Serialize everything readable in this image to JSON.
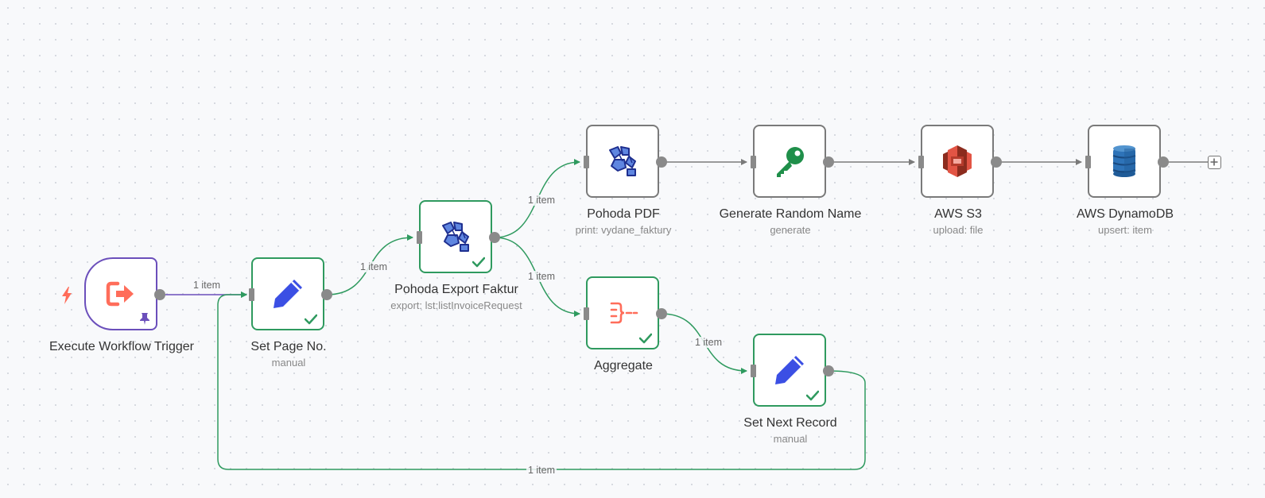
{
  "nodes": {
    "execute_trigger": {
      "title": "Execute Workflow Trigger",
      "subtitle": "",
      "icon": "sign-out-icon",
      "pinned": true
    },
    "set_page": {
      "title": "Set Page No.",
      "subtitle": "manual",
      "icon": "pencil-icon",
      "status": "success"
    },
    "pohoda_export": {
      "title": "Pohoda Export Faktur",
      "subtitle": "export: lst:listInvoiceRequest",
      "icon": "pohoda-icon",
      "status": "success"
    },
    "pohoda_pdf": {
      "title": "Pohoda PDF",
      "subtitle": "print: vydane_faktury",
      "icon": "pohoda-icon"
    },
    "generate_name": {
      "title": "Generate Random Name",
      "subtitle": "generate",
      "icon": "key-icon"
    },
    "aws_s3": {
      "title": "AWS S3",
      "subtitle": "upload: file",
      "icon": "aws-s3-icon"
    },
    "aws_dynamodb": {
      "title": "AWS DynamoDB",
      "subtitle": "upsert: item",
      "icon": "aws-dynamodb-icon"
    },
    "aggregate": {
      "title": "Aggregate",
      "subtitle": "",
      "icon": "aggregate-icon",
      "status": "success"
    },
    "set_next": {
      "title": "Set Next Record",
      "subtitle": "manual",
      "icon": "pencil-icon",
      "status": "success"
    }
  },
  "edges": {
    "trigger_to_set_page": "1 item",
    "set_page_to_export": "1 item",
    "export_to_pdf": "1 item",
    "export_to_aggregate": "1 item",
    "aggregate_to_set_next": "1 item",
    "set_next_loop": "1 item"
  },
  "colors": {
    "success": "#2f9a5f",
    "trigger_border": "#6b4fbb",
    "default_border": "#7a7a7a",
    "edge_default": "#7a7a7a",
    "edge_success": "#2f9a5f",
    "trigger_icon": "#ff6d5a",
    "pencil": "#3b4fe4",
    "key": "#1f8f4a"
  }
}
